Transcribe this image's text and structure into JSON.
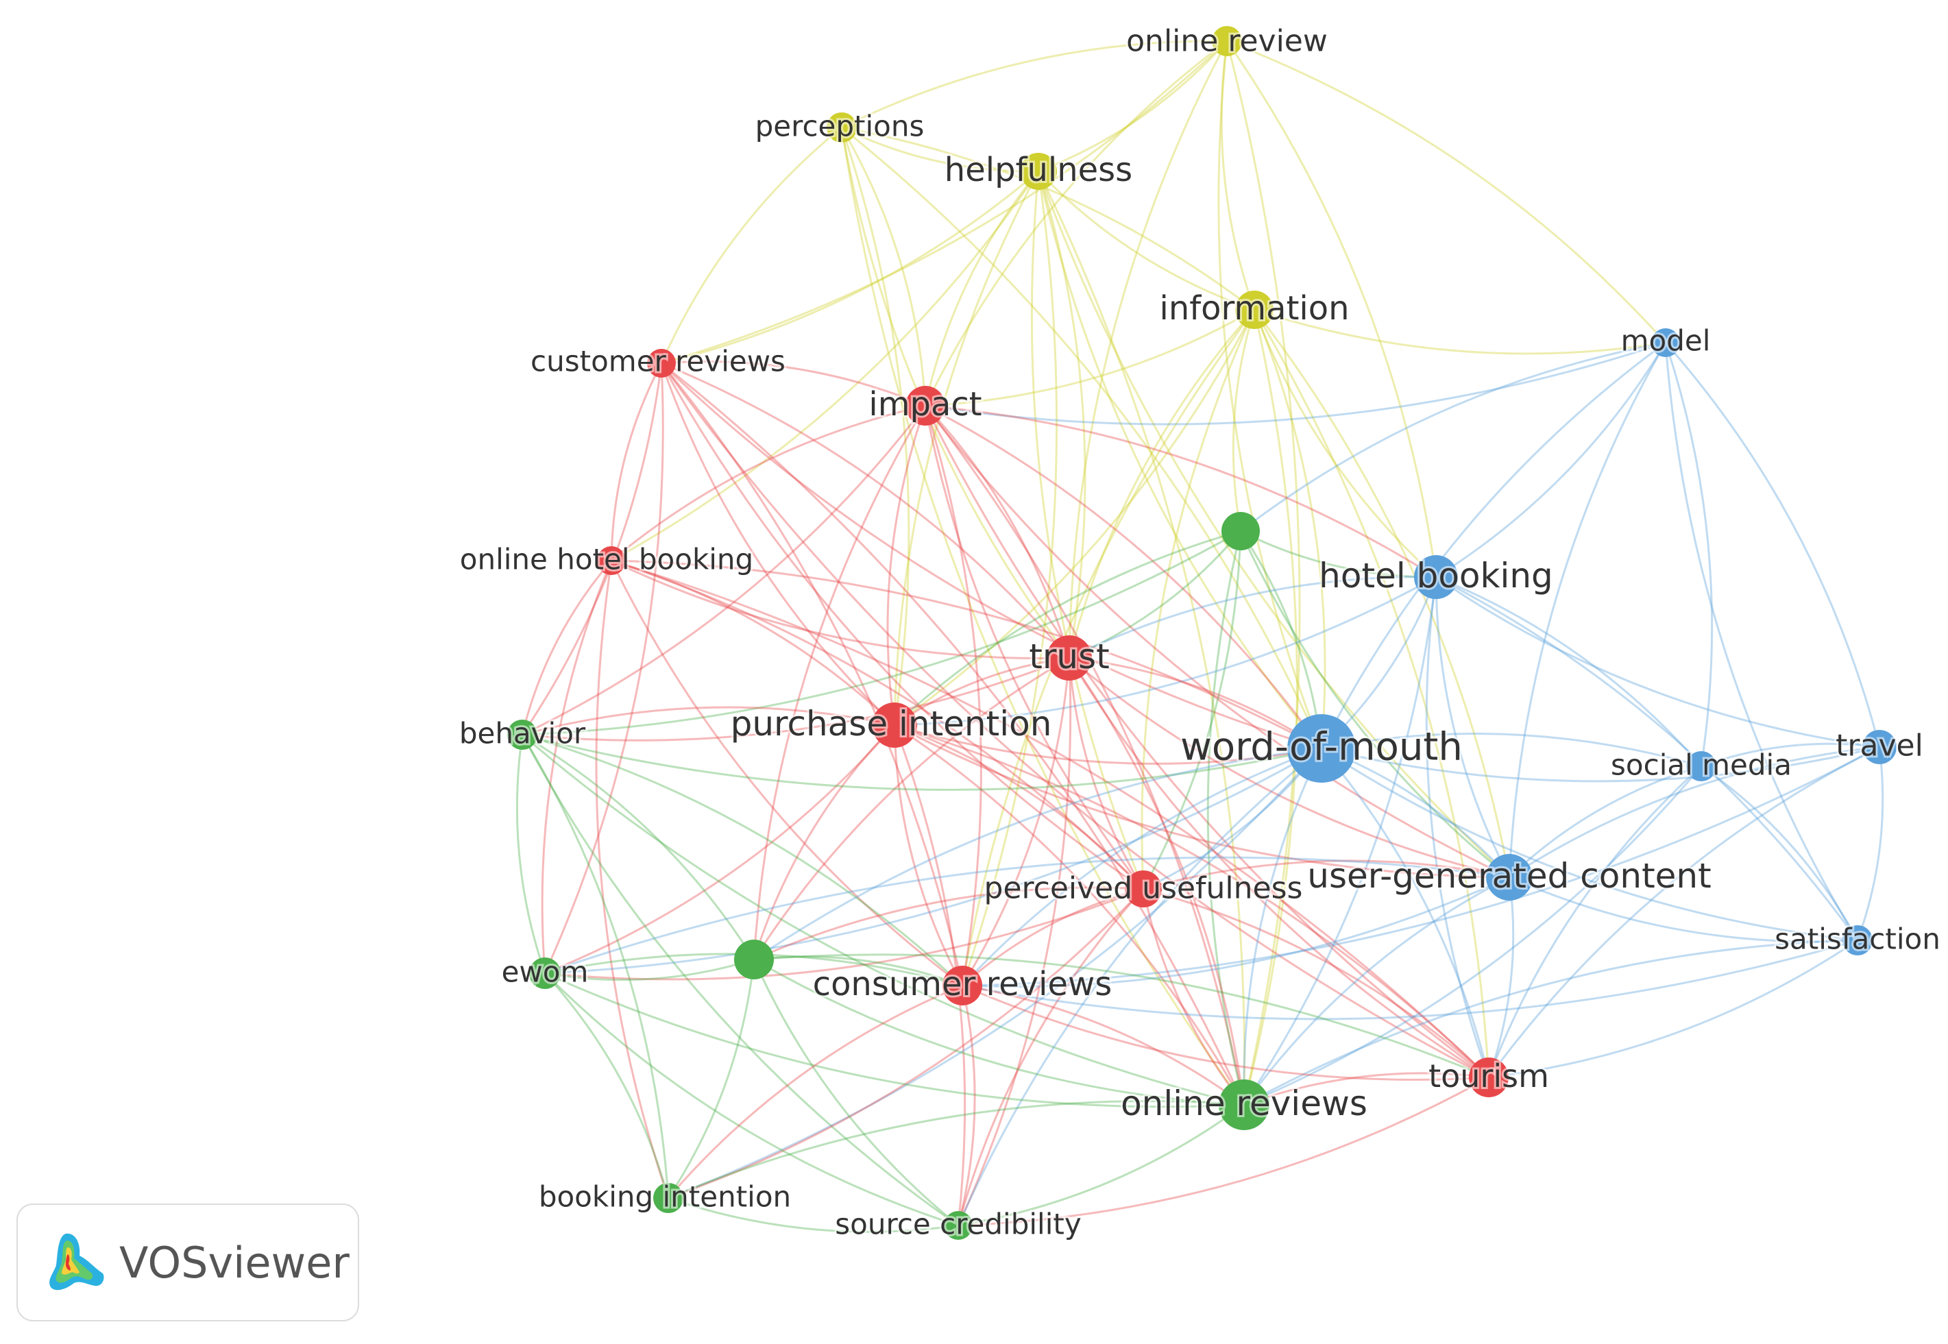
{
  "colors": {
    "red": "#e8474a",
    "green": "#4cb04c",
    "blue": "#5aa0db",
    "yellow": "#cfcf2e"
  },
  "nodes": [
    {
      "id": "online-review",
      "label": "online review",
      "cluster": "yellow",
      "weight": 2
    },
    {
      "id": "perceptions",
      "label": "perceptions",
      "cluster": "yellow",
      "weight": 2
    },
    {
      "id": "helpfulness",
      "label": "helpfulness",
      "cluster": "yellow",
      "weight": 3
    },
    {
      "id": "information",
      "label": "information",
      "cluster": "yellow",
      "weight": 3
    },
    {
      "id": "model",
      "label": "model",
      "cluster": "blue",
      "weight": 2
    },
    {
      "id": "customer-reviews",
      "label": "customer reviews",
      "cluster": "red",
      "weight": 2
    },
    {
      "id": "impact",
      "label": "impact",
      "cluster": "red",
      "weight": 3
    },
    {
      "id": "green-unlabeled-1",
      "label": "",
      "cluster": "green",
      "weight": 3
    },
    {
      "id": "online-hotel-booking",
      "label": "online hotel booking",
      "cluster": "red",
      "weight": 2
    },
    {
      "id": "hotel-booking",
      "label": "hotel booking",
      "cluster": "blue",
      "weight": 4
    },
    {
      "id": "trust",
      "label": "trust",
      "cluster": "red",
      "weight": 4
    },
    {
      "id": "purchase-intention",
      "label": "purchase intention",
      "cluster": "red",
      "weight": 4
    },
    {
      "id": "behavior",
      "label": "behavior",
      "cluster": "green",
      "weight": 2
    },
    {
      "id": "word-of-mouth",
      "label": "word-of-mouth",
      "cluster": "blue",
      "weight": 6
    },
    {
      "id": "social-media",
      "label": "social media",
      "cluster": "blue",
      "weight": 2
    },
    {
      "id": "travel",
      "label": "travel",
      "cluster": "blue",
      "weight": 2
    },
    {
      "id": "perceived-usefulness",
      "label": "perceived usefulness",
      "cluster": "red",
      "weight": 3
    },
    {
      "id": "user-generated-content",
      "label": "user-generated content",
      "cluster": "blue",
      "weight": 4
    },
    {
      "id": "satisfaction",
      "label": "satisfaction",
      "cluster": "blue",
      "weight": 2
    },
    {
      "id": "ewom",
      "label": "ewom",
      "cluster": "green",
      "weight": 2
    },
    {
      "id": "green-unlabeled-2",
      "label": "",
      "cluster": "green",
      "weight": 3
    },
    {
      "id": "consumer-reviews",
      "label": "consumer reviews",
      "cluster": "red",
      "weight": 3
    },
    {
      "id": "tourism",
      "label": "tourism",
      "cluster": "red",
      "weight": 3
    },
    {
      "id": "online-reviews",
      "label": "online reviews",
      "cluster": "green",
      "weight": 5
    },
    {
      "id": "booking-intention",
      "label": "booking intention",
      "cluster": "green",
      "weight": 2
    },
    {
      "id": "source-credibility",
      "label": "source credibility",
      "cluster": "green",
      "weight": 2
    }
  ],
  "edges": [
    [
      "online-review",
      "perceptions"
    ],
    [
      "online-review",
      "helpfulness"
    ],
    [
      "online-review",
      "information"
    ],
    [
      "online-review",
      "customer-reviews"
    ],
    [
      "online-review",
      "impact"
    ],
    [
      "online-review",
      "hotel-booking"
    ],
    [
      "online-review",
      "word-of-mouth"
    ],
    [
      "online-review",
      "model"
    ],
    [
      "online-review",
      "trust"
    ],
    [
      "online-review",
      "online-reviews"
    ],
    [
      "perceptions",
      "helpfulness"
    ],
    [
      "perceptions",
      "information"
    ],
    [
      "perceptions",
      "customer-reviews"
    ],
    [
      "perceptions",
      "impact"
    ],
    [
      "perceptions",
      "trust"
    ],
    [
      "perceptions",
      "purchase-intention"
    ],
    [
      "perceptions",
      "online-reviews"
    ],
    [
      "perceptions",
      "word-of-mouth"
    ],
    [
      "helpfulness",
      "information"
    ],
    [
      "helpfulness",
      "customer-reviews"
    ],
    [
      "helpfulness",
      "impact"
    ],
    [
      "helpfulness",
      "trust"
    ],
    [
      "helpfulness",
      "word-of-mouth"
    ],
    [
      "helpfulness",
      "online-reviews"
    ],
    [
      "helpfulness",
      "perceived-usefulness"
    ],
    [
      "helpfulness",
      "consumer-reviews"
    ],
    [
      "helpfulness",
      "purchase-intention"
    ],
    [
      "helpfulness",
      "online-hotel-booking"
    ],
    [
      "helpfulness",
      "user-generated-content"
    ],
    [
      "information",
      "impact"
    ],
    [
      "information",
      "trust"
    ],
    [
      "information",
      "word-of-mouth"
    ],
    [
      "information",
      "hotel-booking"
    ],
    [
      "information",
      "online-reviews"
    ],
    [
      "information",
      "perceived-usefulness"
    ],
    [
      "information",
      "purchase-intention"
    ],
    [
      "information",
      "model"
    ],
    [
      "information",
      "user-generated-content"
    ],
    [
      "information",
      "consumer-reviews"
    ],
    [
      "information",
      "tourism"
    ],
    [
      "information",
      "green-unlabeled-1"
    ],
    [
      "model",
      "hotel-booking"
    ],
    [
      "model",
      "word-of-mouth"
    ],
    [
      "model",
      "travel"
    ],
    [
      "model",
      "satisfaction"
    ],
    [
      "model",
      "social-media"
    ],
    [
      "model",
      "user-generated-content"
    ],
    [
      "model",
      "impact"
    ],
    [
      "model",
      "green-unlabeled-1"
    ],
    [
      "customer-reviews",
      "impact"
    ],
    [
      "customer-reviews",
      "online-hotel-booking"
    ],
    [
      "customer-reviews",
      "trust"
    ],
    [
      "customer-reviews",
      "purchase-intention"
    ],
    [
      "customer-reviews",
      "behavior"
    ],
    [
      "customer-reviews",
      "perceived-usefulness"
    ],
    [
      "customer-reviews",
      "consumer-reviews"
    ],
    [
      "customer-reviews",
      "word-of-mouth"
    ],
    [
      "customer-reviews",
      "ewom"
    ],
    [
      "customer-reviews",
      "tourism"
    ],
    [
      "customer-reviews",
      "online-reviews"
    ],
    [
      "impact",
      "online-hotel-booking"
    ],
    [
      "impact",
      "trust"
    ],
    [
      "impact",
      "purchase-intention"
    ],
    [
      "impact",
      "word-of-mouth"
    ],
    [
      "impact",
      "perceived-usefulness"
    ],
    [
      "impact",
      "consumer-reviews"
    ],
    [
      "impact",
      "tourism"
    ],
    [
      "impact",
      "hotel-booking"
    ],
    [
      "impact",
      "user-generated-content"
    ],
    [
      "impact",
      "online-reviews"
    ],
    [
      "impact",
      "green-unlabeled-2"
    ],
    [
      "impact",
      "behavior"
    ],
    [
      "green-unlabeled-1",
      "hotel-booking"
    ],
    [
      "green-unlabeled-1",
      "word-of-mouth"
    ],
    [
      "green-unlabeled-1",
      "online-reviews"
    ],
    [
      "green-unlabeled-1",
      "trust"
    ],
    [
      "green-unlabeled-1",
      "purchase-intention"
    ],
    [
      "green-unlabeled-1",
      "behavior"
    ],
    [
      "green-unlabeled-1",
      "user-generated-content"
    ],
    [
      "green-unlabeled-1",
      "perceived-usefulness"
    ],
    [
      "online-hotel-booking",
      "trust"
    ],
    [
      "online-hotel-booking",
      "purchase-intention"
    ],
    [
      "online-hotel-booking",
      "behavior"
    ],
    [
      "online-hotel-booking",
      "perceived-usefulness"
    ],
    [
      "online-hotel-booking",
      "consumer-reviews"
    ],
    [
      "online-hotel-booking",
      "word-of-mouth"
    ],
    [
      "online-hotel-booking",
      "ewom"
    ],
    [
      "online-hotel-booking",
      "tourism"
    ],
    [
      "online-hotel-booking",
      "booking-intention"
    ],
    [
      "hotel-booking",
      "word-of-mouth"
    ],
    [
      "hotel-booking",
      "user-generated-content"
    ],
    [
      "hotel-booking",
      "social-media"
    ],
    [
      "hotel-booking",
      "travel"
    ],
    [
      "hotel-booking",
      "satisfaction"
    ],
    [
      "hotel-booking",
      "trust"
    ],
    [
      "hotel-booking",
      "online-reviews"
    ],
    [
      "hotel-booking",
      "tourism"
    ],
    [
      "hotel-booking",
      "purchase-intention"
    ],
    [
      "trust",
      "purchase-intention"
    ],
    [
      "trust",
      "word-of-mouth"
    ],
    [
      "trust",
      "perceived-usefulness"
    ],
    [
      "trust",
      "consumer-reviews"
    ],
    [
      "trust",
      "tourism"
    ],
    [
      "trust",
      "online-reviews"
    ],
    [
      "trust",
      "user-generated-content"
    ],
    [
      "trust",
      "behavior"
    ],
    [
      "trust",
      "green-unlabeled-2"
    ],
    [
      "trust",
      "source-credibility"
    ],
    [
      "purchase-intention",
      "word-of-mouth"
    ],
    [
      "purchase-intention",
      "perceived-usefulness"
    ],
    [
      "purchase-intention",
      "consumer-reviews"
    ],
    [
      "purchase-intention",
      "tourism"
    ],
    [
      "purchase-intention",
      "behavior"
    ],
    [
      "purchase-intention",
      "online-reviews"
    ],
    [
      "purchase-intention",
      "green-unlabeled-2"
    ],
    [
      "purchase-intention",
      "ewom"
    ],
    [
      "purchase-intention",
      "user-generated-content"
    ],
    [
      "purchase-intention",
      "source-credibility"
    ],
    [
      "behavior",
      "ewom"
    ],
    [
      "behavior",
      "green-unlabeled-2"
    ],
    [
      "behavior",
      "online-reviews"
    ],
    [
      "behavior",
      "booking-intention"
    ],
    [
      "behavior",
      "word-of-mouth"
    ],
    [
      "behavior",
      "consumer-reviews"
    ],
    [
      "behavior",
      "source-credibility"
    ],
    [
      "word-of-mouth",
      "social-media"
    ],
    [
      "word-of-mouth",
      "travel"
    ],
    [
      "word-of-mouth",
      "user-generated-content"
    ],
    [
      "word-of-mouth",
      "satisfaction"
    ],
    [
      "word-of-mouth",
      "perceived-usefulness"
    ],
    [
      "word-of-mouth",
      "consumer-reviews"
    ],
    [
      "word-of-mouth",
      "tourism"
    ],
    [
      "word-of-mouth",
      "online-reviews"
    ],
    [
      "word-of-mouth",
      "ewom"
    ],
    [
      "word-of-mouth",
      "green-unlabeled-2"
    ],
    [
      "word-of-mouth",
      "booking-intention"
    ],
    [
      "word-of-mouth",
      "source-credibility"
    ],
    [
      "social-media",
      "travel"
    ],
    [
      "social-media",
      "user-generated-content"
    ],
    [
      "social-media",
      "satisfaction"
    ],
    [
      "social-media",
      "tourism"
    ],
    [
      "social-media",
      "online-reviews"
    ],
    [
      "travel",
      "user-generated-content"
    ],
    [
      "travel",
      "satisfaction"
    ],
    [
      "travel",
      "tourism"
    ],
    [
      "travel",
      "consumer-reviews"
    ],
    [
      "perceived-usefulness",
      "consumer-reviews"
    ],
    [
      "perceived-usefulness",
      "tourism"
    ],
    [
      "perceived-usefulness",
      "online-reviews"
    ],
    [
      "perceived-usefulness",
      "user-generated-content"
    ],
    [
      "perceived-usefulness",
      "green-unlabeled-2"
    ],
    [
      "perceived-usefulness",
      "ewom"
    ],
    [
      "perceived-usefulness",
      "source-credibility"
    ],
    [
      "perceived-usefulness",
      "booking-intention"
    ],
    [
      "user-generated-content",
      "satisfaction"
    ],
    [
      "user-generated-content",
      "tourism"
    ],
    [
      "user-generated-content",
      "online-reviews"
    ],
    [
      "user-generated-content",
      "consumer-reviews"
    ],
    [
      "user-generated-content",
      "ewom"
    ],
    [
      "satisfaction",
      "tourism"
    ],
    [
      "satisfaction",
      "online-reviews"
    ],
    [
      "satisfaction",
      "consumer-reviews"
    ],
    [
      "ewom",
      "green-unlabeled-2"
    ],
    [
      "ewom",
      "consumer-reviews"
    ],
    [
      "ewom",
      "online-reviews"
    ],
    [
      "ewom",
      "booking-intention"
    ],
    [
      "ewom",
      "source-credibility"
    ],
    [
      "green-unlabeled-2",
      "consumer-reviews"
    ],
    [
      "green-unlabeled-2",
      "online-reviews"
    ],
    [
      "green-unlabeled-2",
      "booking-intention"
    ],
    [
      "green-unlabeled-2",
      "source-credibility"
    ],
    [
      "green-unlabeled-2",
      "tourism"
    ],
    [
      "consumer-reviews",
      "tourism"
    ],
    [
      "consumer-reviews",
      "online-reviews"
    ],
    [
      "consumer-reviews",
      "booking-intention"
    ],
    [
      "consumer-reviews",
      "source-credibility"
    ],
    [
      "tourism",
      "online-reviews"
    ],
    [
      "tourism",
      "source-credibility"
    ],
    [
      "online-reviews",
      "booking-intention"
    ],
    [
      "online-reviews",
      "source-credibility"
    ],
    [
      "booking-intention",
      "source-credibility"
    ]
  ],
  "logo": {
    "text": "VOSviewer",
    "icon": "vosviewer-logo-icon"
  }
}
